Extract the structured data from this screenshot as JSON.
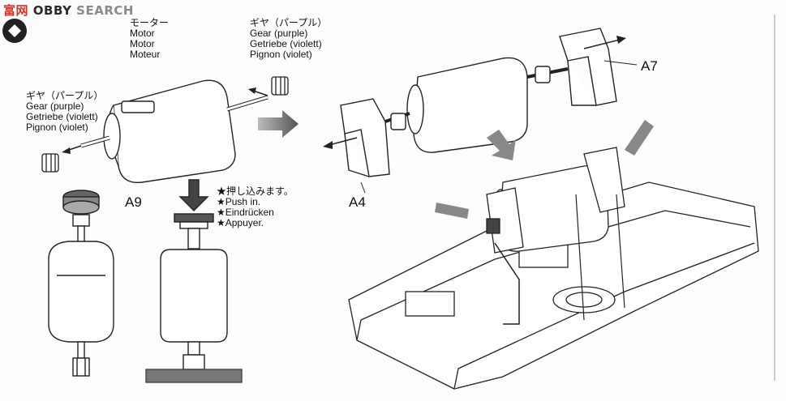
{
  "watermark": {
    "brand_cn": "富",
    "brand_cn2": "网",
    "brand_mid": "OBBY",
    "brand_en": "SEARCH"
  },
  "motor_label": {
    "jp": "モーター",
    "en": "Motor",
    "de": "Motor",
    "fr": "Moteur"
  },
  "gear_label_top": {
    "jp": "ギヤ（パープル）",
    "en": "Gear (purple)",
    "de": "Getriebe (violett)",
    "fr": "Pignon (violet)"
  },
  "gear_label_left": {
    "jp": "ギヤ（パープル）",
    "en": "Gear (purple)",
    "de": "Getriebe (violett)",
    "fr": "Pignon (violet)"
  },
  "push_note": {
    "jp": "★押し込みます。",
    "en": "★Push in.",
    "de": "★Eindrücken",
    "fr": "★Appuyer."
  },
  "parts": {
    "a9": "A9",
    "a7": "A7",
    "a4": "A4"
  }
}
